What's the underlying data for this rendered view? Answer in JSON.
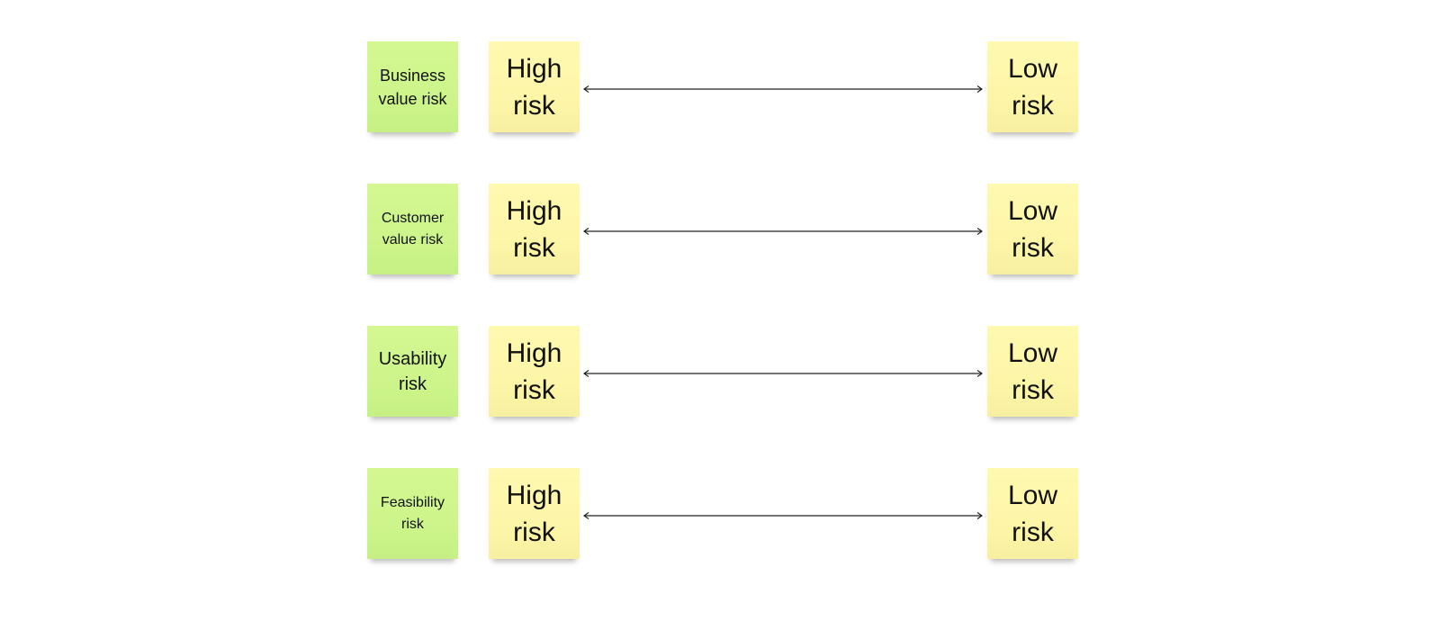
{
  "rows": [
    {
      "category": "Business value risk",
      "high_label": "High risk",
      "low_label": "Low risk"
    },
    {
      "category": "Customer value risk",
      "high_label": "High risk",
      "low_label": "Low risk"
    },
    {
      "category": "Usability risk",
      "high_label": "High risk",
      "low_label": "Low risk"
    },
    {
      "category": "Feasibility risk",
      "high_label": "High risk",
      "low_label": "Low risk"
    }
  ],
  "colors": {
    "category_sticky": "#cdf58b",
    "level_sticky": "#fff9b1",
    "connector": "#222222"
  }
}
